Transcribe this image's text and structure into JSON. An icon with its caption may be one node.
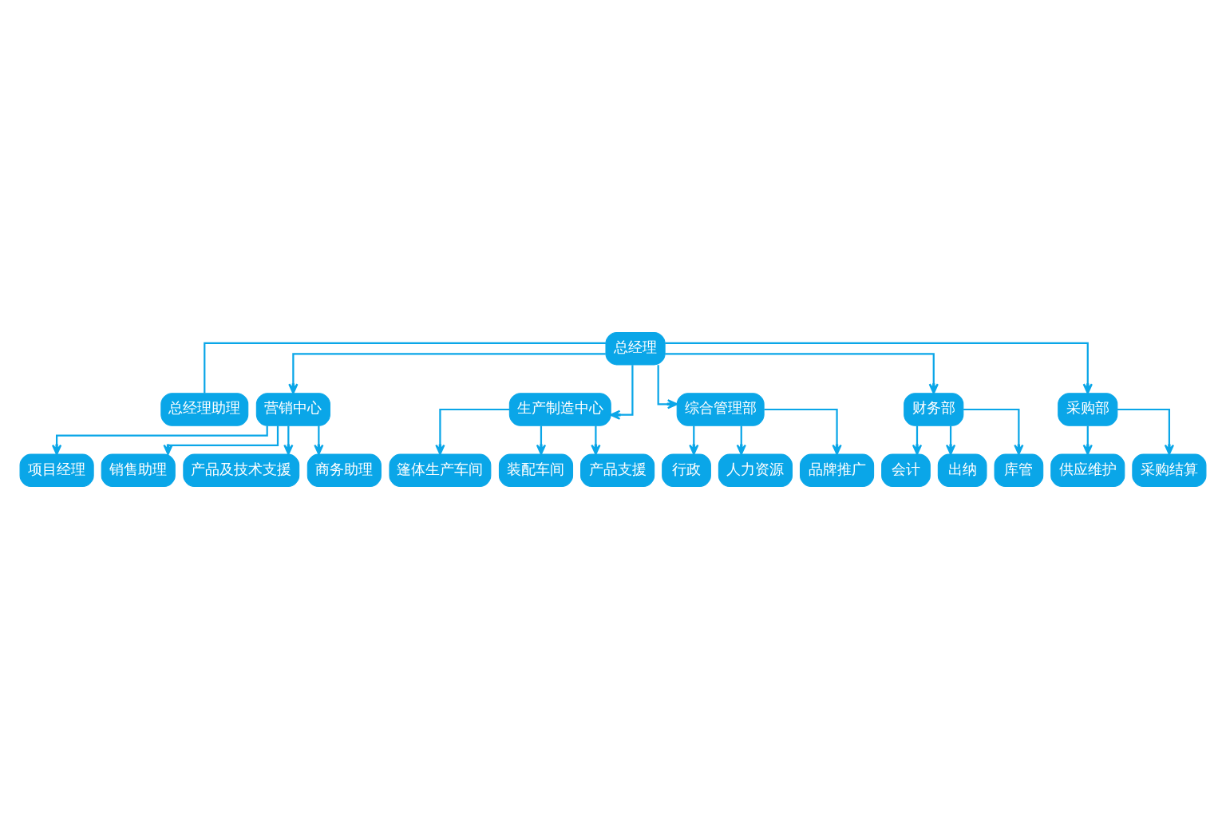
{
  "diagram": {
    "nodes": [
      {
        "text": [
          "总经理"
        ]
      },
      {
        "text": [
          "总经理助理"
        ]
      },
      {
        "text": [
          "营销中心"
        ]
      },
      {
        "text": [
          "生产制造中心"
        ]
      },
      {
        "text": [
          "综合管理部"
        ]
      },
      {
        "text": [
          "财务部"
        ]
      },
      {
        "text": [
          "采购部"
        ]
      },
      {
        "text": [
          "项目经理"
        ]
      },
      {
        "text": [
          "销售助理"
        ]
      },
      {
        "text": [
          "产品及技术支援"
        ]
      },
      {
        "text": [
          "商务助理"
        ]
      },
      {
        "text": [
          "篷体生产车间"
        ]
      },
      {
        "text": [
          "装配车间"
        ]
      },
      {
        "text": [
          "产品支援"
        ]
      },
      {
        "text": [
          "行政"
        ]
      },
      {
        "text": [
          "人力资源"
        ]
      },
      {
        "text": [
          "品牌推广"
        ]
      },
      {
        "text": [
          "会计"
        ]
      },
      {
        "text": [
          "出纳"
        ]
      },
      {
        "text": [
          "库管"
        ]
      },
      {
        "text": [
          "供应维护"
        ]
      },
      {
        "text": [
          "采购结算"
        ]
      }
    ],
    "edges": [
      {
        "from": 0,
        "to": 1,
        "arrow": "none"
      },
      {
        "from": 0,
        "to": 2,
        "arrow": "to"
      },
      {
        "from": 0,
        "to": 3,
        "arrow": "to"
      },
      {
        "from": 0,
        "to": 4,
        "arrow": "to"
      },
      {
        "from": 0,
        "to": 5,
        "arrow": "to"
      },
      {
        "from": 0,
        "to": 6,
        "arrow": "to"
      },
      {
        "from": 2,
        "to": 7,
        "arrow": "to"
      },
      {
        "from": 2,
        "to": 8,
        "arrow": "to"
      },
      {
        "from": 2,
        "to": 9,
        "arrow": "to"
      },
      {
        "from": 2,
        "to": 10,
        "arrow": "to"
      },
      {
        "from": 3,
        "to": 11,
        "arrow": "to"
      },
      {
        "from": 3,
        "to": 12,
        "arrow": "to"
      },
      {
        "from": 3,
        "to": 13,
        "arrow": "to"
      },
      {
        "from": 4,
        "to": 14,
        "arrow": "to"
      },
      {
        "from": 4,
        "to": 15,
        "arrow": "to"
      },
      {
        "from": 4,
        "to": 16,
        "arrow": "to"
      },
      {
        "from": 5,
        "to": 17,
        "arrow": "to"
      },
      {
        "from": 5,
        "to": 18,
        "arrow": "to"
      },
      {
        "from": 5,
        "to": 19,
        "arrow": "to"
      },
      {
        "from": 6,
        "to": 20,
        "arrow": "to"
      },
      {
        "from": 6,
        "to": 21,
        "arrow": "to"
      }
    ]
  }
}
